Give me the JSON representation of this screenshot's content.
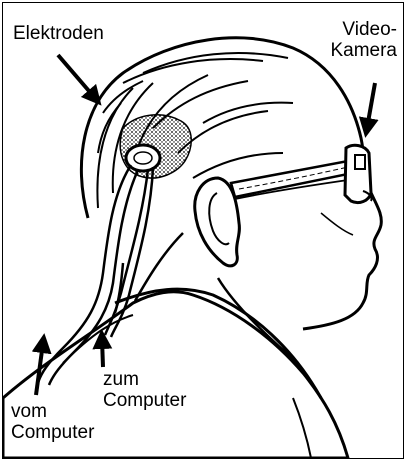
{
  "labels": {
    "electrodes": "Elektroden",
    "video_camera_line1": "Video-",
    "video_camera_line2": "Kamera",
    "to_computer_line1": "zum",
    "to_computer_line2": "Computer",
    "from_computer_line1": "vom",
    "from_computer_line2": "Computer"
  },
  "colors": {
    "ink": "#000000",
    "paper": "#ffffff",
    "stipple": "#9a9a9a"
  }
}
